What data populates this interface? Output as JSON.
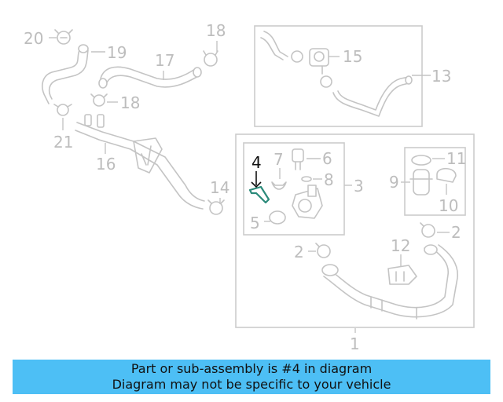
{
  "diagram": {
    "callouts": {
      "c1": "1",
      "c2a": "2",
      "c2b": "2",
      "c3": "3",
      "c4": "4",
      "c5": "5",
      "c6": "6",
      "c7": "7",
      "c8": "8",
      "c9": "9",
      "c10": "10",
      "c11": "11",
      "c12": "12",
      "c13": "13",
      "c14": "14",
      "c15": "15",
      "c16": "16",
      "c17": "17",
      "c18a": "18",
      "c18b": "18",
      "c19": "19",
      "c20": "20",
      "c21": "21"
    },
    "colors": {
      "part_gray": "#c4c4c4",
      "highlight_part": "#2b8a7a",
      "highlight_label": "#111111"
    }
  },
  "banner": {
    "line1": "Part or sub-assembly is #4 in diagram",
    "line2": "Diagram may not be specific to your vehicle",
    "background": "#4dbff5"
  }
}
